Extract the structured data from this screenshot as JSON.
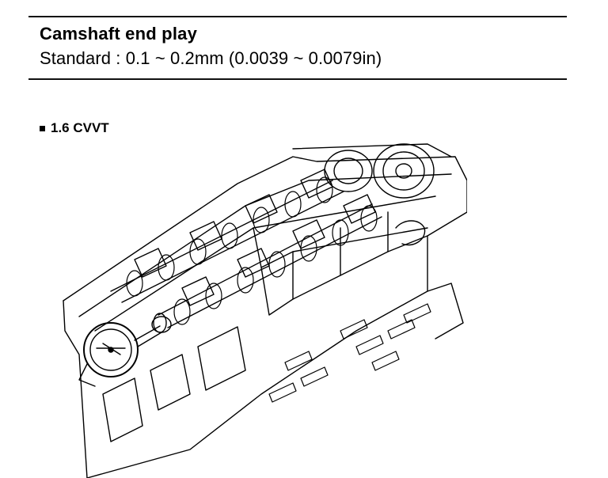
{
  "spec": {
    "title": "Camshaft end play",
    "value": "Standard : 0.1 ~ 0.2mm (0.0039 ~ 0.0079in)"
  },
  "section": {
    "label": "1.6 CVVT"
  },
  "illustration": {
    "subject": "camshaft-end-play-measurement-dial-indicator",
    "line_color": "#000000",
    "background": "#ffffff"
  }
}
